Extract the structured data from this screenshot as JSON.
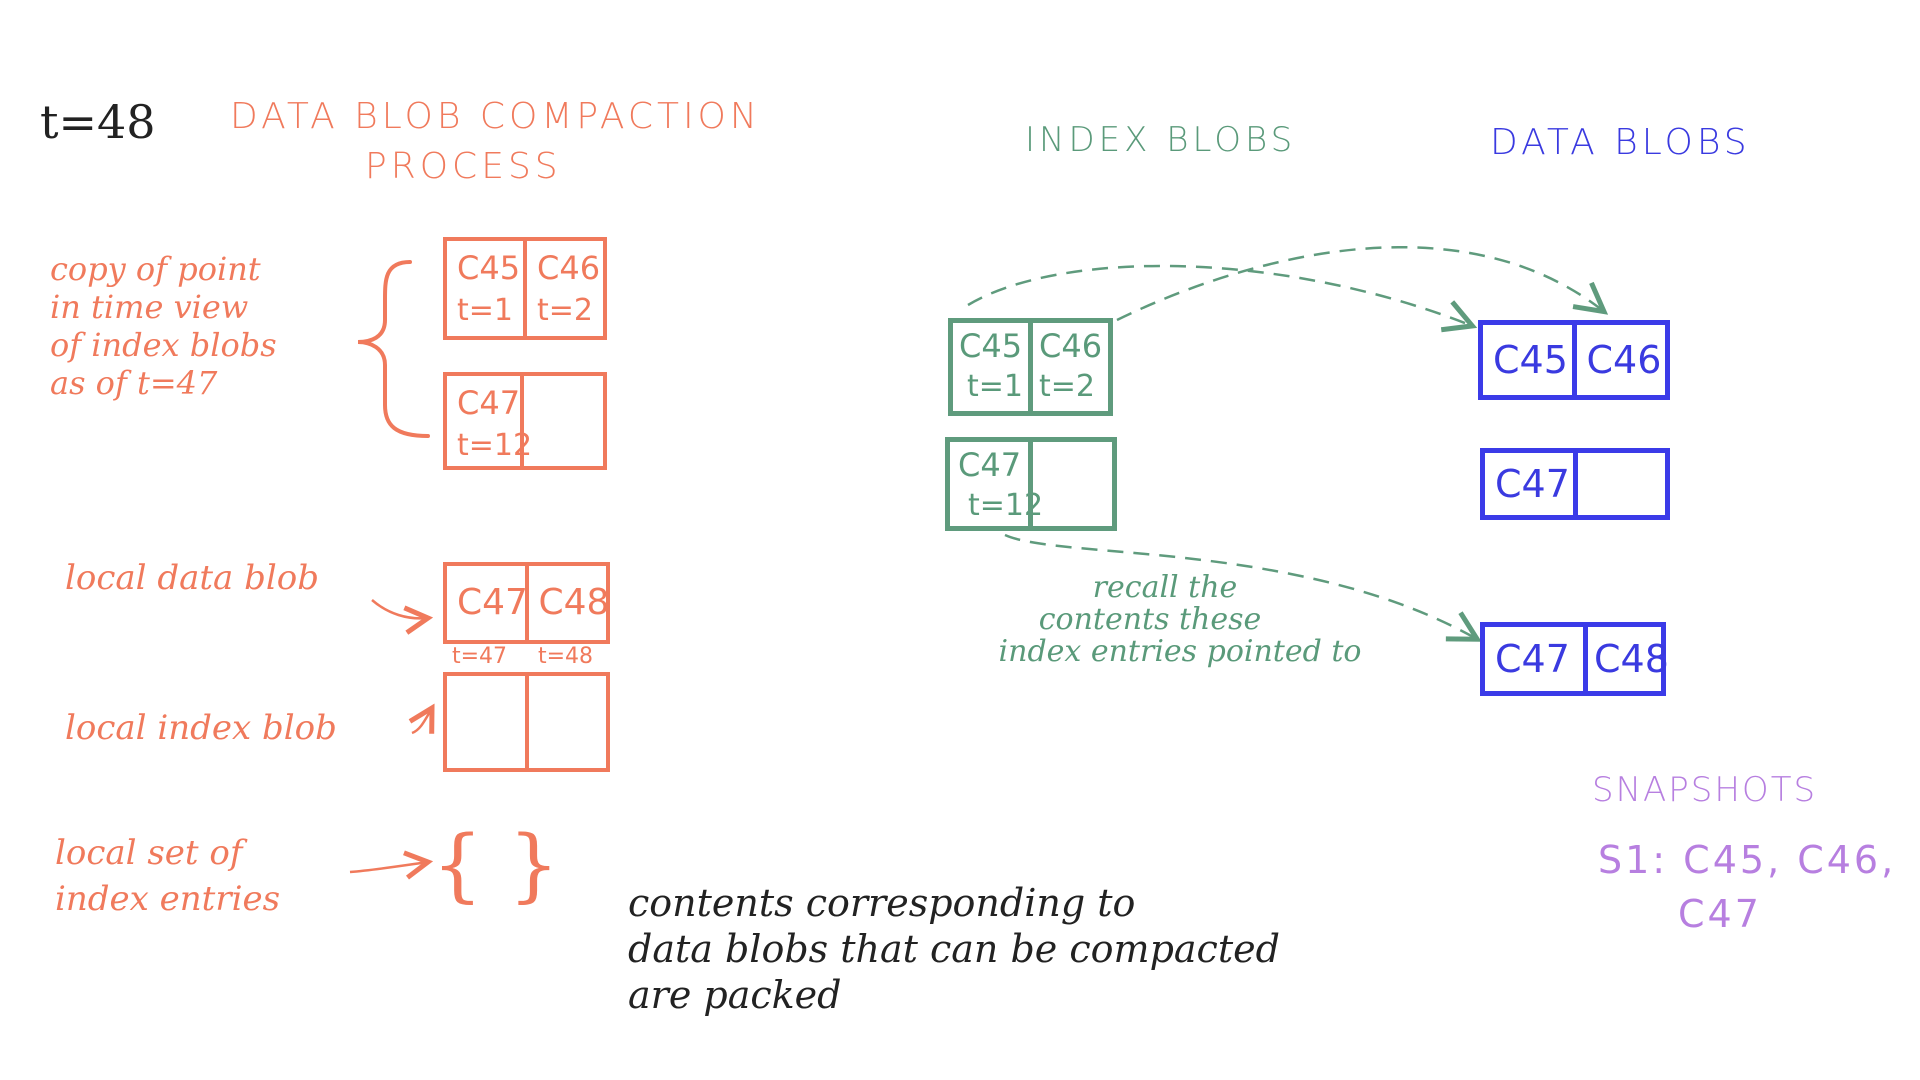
{
  "time_label": "t=48",
  "left": {
    "title_line1": "DATA BLOB COMPACTION",
    "title_line2": "PROCESS",
    "copy_label": [
      "copy of point",
      "in time view",
      "of index blobs",
      "as of t=47"
    ],
    "copy_boxes": [
      {
        "cells": [
          {
            "id": "C45",
            "t": "t=1"
          },
          {
            "id": "C46",
            "t": "t=2"
          }
        ]
      },
      {
        "cells": [
          {
            "id": "C47",
            "t": "t=12"
          },
          {
            "id": "",
            "t": ""
          }
        ]
      }
    ],
    "local_data_blob_label": "local data blob",
    "local_data_blob": {
      "cells": [
        {
          "id": "C47",
          "t": "t=47"
        },
        {
          "id": "C48",
          "t": "t=48"
        }
      ]
    },
    "local_index_blob_label": "local index blob",
    "local_set_label": [
      "local set of",
      "index entries"
    ],
    "local_set_value": "{ }"
  },
  "index_blobs": {
    "title": "INDEX BLOBS",
    "boxes": [
      {
        "cells": [
          {
            "id": "C45",
            "t": "t=1"
          },
          {
            "id": "C46",
            "t": "t=2"
          }
        ]
      },
      {
        "cells": [
          {
            "id": "C47",
            "t": "t=12"
          },
          {
            "id": "",
            "t": ""
          }
        ]
      }
    ],
    "annotation": [
      "recall the",
      "contents these",
      "index entries pointed to"
    ]
  },
  "data_blobs": {
    "title": "DATA BLOBS",
    "boxes": [
      {
        "cells": [
          {
            "id": "C45"
          },
          {
            "id": "C46"
          }
        ]
      },
      {
        "cells": [
          {
            "id": "C47"
          },
          {
            "id": ""
          }
        ]
      },
      {
        "cells": [
          {
            "id": "C47"
          },
          {
            "id": "C48"
          }
        ]
      }
    ]
  },
  "snapshots": {
    "title": "SNAPSHOTS",
    "line1": "S1: C45, C46,",
    "line2": "C47"
  },
  "note": [
    "contents corresponding to",
    "data blobs that can be compacted",
    "are packed"
  ],
  "colors": {
    "left": "#f07a5c",
    "index": "#5f9b7d",
    "data": "#3b3be8",
    "snapshots": "#b77fe0",
    "text": "#222222"
  }
}
